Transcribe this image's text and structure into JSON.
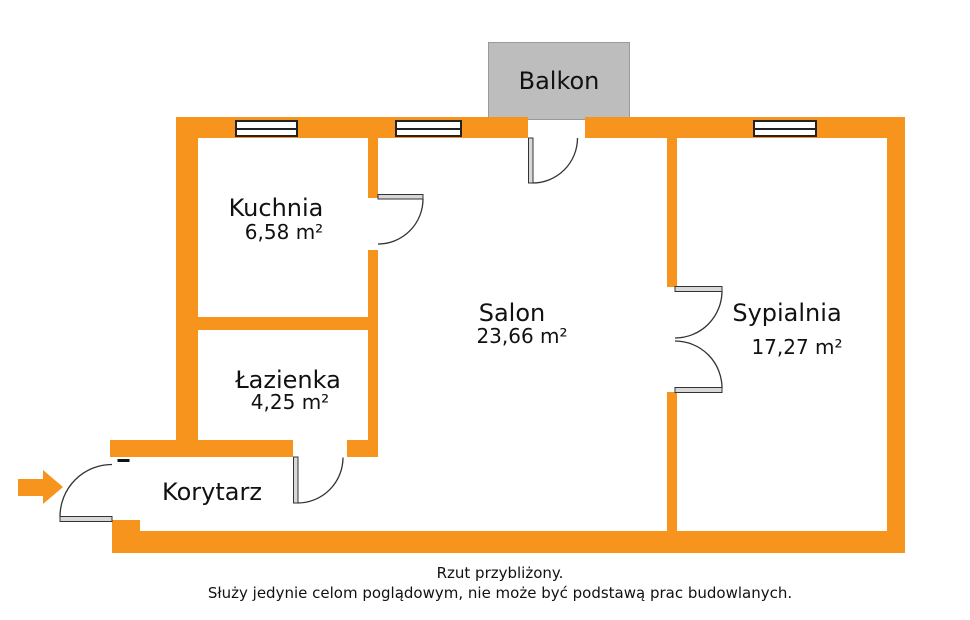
{
  "plan": {
    "balcony": {
      "label": "Balkon"
    },
    "rooms": [
      {
        "name": "Kuchnia",
        "area": "6,58 m²"
      },
      {
        "name": "Łazienka",
        "area": "4,25 m²"
      },
      {
        "name": "Salon",
        "area": "23,66 m²"
      },
      {
        "name": "Sypialnia",
        "area": "17,27 m²"
      },
      {
        "name": "Korytarz"
      }
    ],
    "icons": {
      "entrance_arrow": "arrow-right-icon"
    }
  },
  "caption": {
    "line1": "Rzut przybliżony.",
    "line2": "Służy jedynie celom poglądowym, nie może być podstawą prac budowlanych."
  },
  "colors": {
    "wall": "#F7941D",
    "balcony_fill": "#BDBDBD",
    "balcony_border": "#9A9A9A",
    "line": "#333333",
    "text": "#111111"
  }
}
